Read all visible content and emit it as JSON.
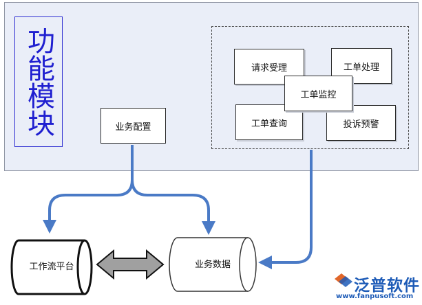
{
  "diagram": {
    "title": "功能模块",
    "modules": {
      "business_config": "业务配置",
      "request_accept": "请求受理",
      "work_order_process": "工单处理",
      "work_order_monitor": "工单监控",
      "work_order_query": "工单查询",
      "complaint_warning": "投诉预警"
    },
    "stores": {
      "workflow_platform": "工作流平台",
      "business_data": "业务数据"
    },
    "colors": {
      "panel_bg": "#eaeef8",
      "title": "#1f1fd0",
      "connector": "#4a7ac6",
      "double_arrow": "#a0a0a0"
    }
  },
  "watermark": {
    "brand": "泛普软件",
    "url": "www.fanpusoft.com",
    "logo_icon": "fanpu-logo-icon"
  }
}
